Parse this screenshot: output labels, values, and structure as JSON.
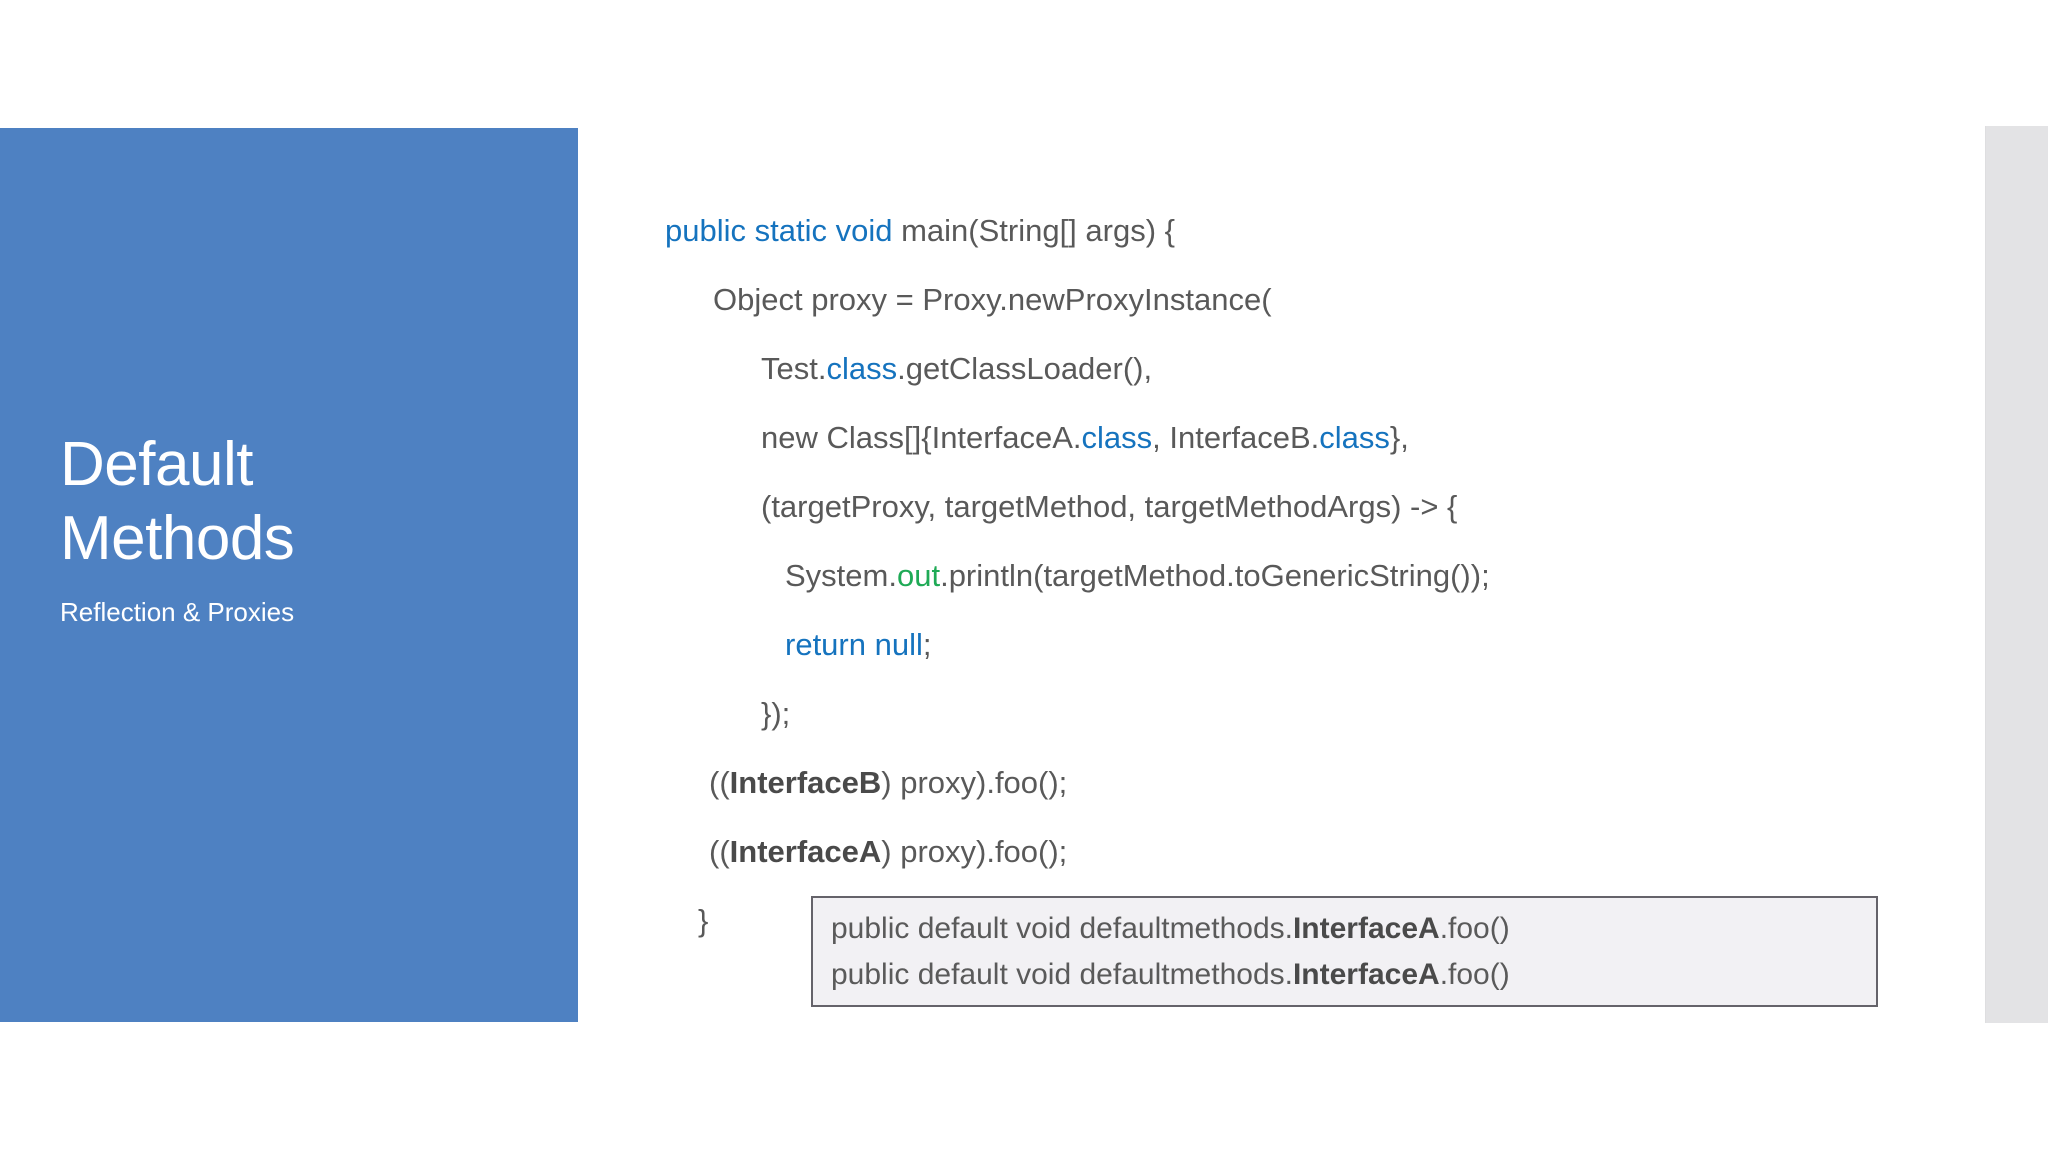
{
  "slide": {
    "background_color": "#ffffff",
    "title_panel": {
      "background_color": "#4E81C2",
      "title": "Default\nMethods",
      "subtitle": "Reflection & Proxies"
    },
    "right_panel": {
      "background_color": "#E3E3E5"
    }
  },
  "code": {
    "language": "java",
    "keyword_color": "#1573BE",
    "field_color": "#1FAA56",
    "text_color": "#595959",
    "lines": [
      {
        "indent": "ind0",
        "segments": [
          {
            "text": "public static void",
            "style": "kw"
          },
          {
            "text": " main(String[] args) {",
            "style": "plain"
          }
        ]
      },
      {
        "indent": "ind1",
        "segments": [
          {
            "text": "Object proxy = Proxy.newProxyInstance(",
            "style": "plain"
          }
        ]
      },
      {
        "indent": "ind2",
        "segments": [
          {
            "text": "Test.",
            "style": "plain"
          },
          {
            "text": "class",
            "style": "kw"
          },
          {
            "text": ".getClassLoader(),",
            "style": "plain"
          }
        ]
      },
      {
        "indent": "ind2",
        "segments": [
          {
            "text": "new Class[]{InterfaceA.",
            "style": "plain"
          },
          {
            "text": "class",
            "style": "kw"
          },
          {
            "text": ", InterfaceB.",
            "style": "plain"
          },
          {
            "text": "class",
            "style": "kw"
          },
          {
            "text": "},",
            "style": "plain"
          }
        ]
      },
      {
        "indent": "ind2",
        "segments": [
          {
            "text": "(targetProxy, targetMethod, targetMethodArgs) -> {",
            "style": "plain"
          }
        ]
      },
      {
        "indent": "ind3",
        "segments": [
          {
            "text": "System.",
            "style": "plain"
          },
          {
            "text": "out",
            "style": "fld"
          },
          {
            "text": ".println(targetMethod.toGenericString());",
            "style": "plain"
          }
        ]
      },
      {
        "indent": "ind3",
        "segments": [
          {
            "text": "return null",
            "style": "kw"
          },
          {
            "text": ";",
            "style": "plain"
          }
        ]
      },
      {
        "indent": "ind-close",
        "segments": [
          {
            "text": "});",
            "style": "plain"
          }
        ]
      },
      {
        "indent": "ind-cast",
        "segments": [
          {
            "text": "((",
            "style": "plain"
          },
          {
            "text": "InterfaceB",
            "style": "bold"
          },
          {
            "text": ") proxy).foo();",
            "style": "plain"
          }
        ]
      },
      {
        "indent": "ind-cast",
        "segments": [
          {
            "text": "((",
            "style": "plain"
          },
          {
            "text": "InterfaceA",
            "style": "bold"
          },
          {
            "text": ") proxy).foo();",
            "style": "plain"
          }
        ]
      },
      {
        "indent": "ind-end",
        "segments": [
          {
            "text": "}",
            "style": "plain"
          }
        ]
      }
    ]
  },
  "console": {
    "background_color": "#F2F1F4",
    "border_color": "#65636A",
    "lines": [
      {
        "segments": [
          {
            "text": "public default void defaultmethods.",
            "style": "plain"
          },
          {
            "text": "InterfaceA",
            "style": "bold"
          },
          {
            "text": ".foo()",
            "style": "plain"
          }
        ]
      },
      {
        "segments": [
          {
            "text": "public default void defaultmethods.",
            "style": "plain"
          },
          {
            "text": "InterfaceA",
            "style": "bold"
          },
          {
            "text": ".foo()",
            "style": "plain"
          }
        ]
      }
    ]
  }
}
